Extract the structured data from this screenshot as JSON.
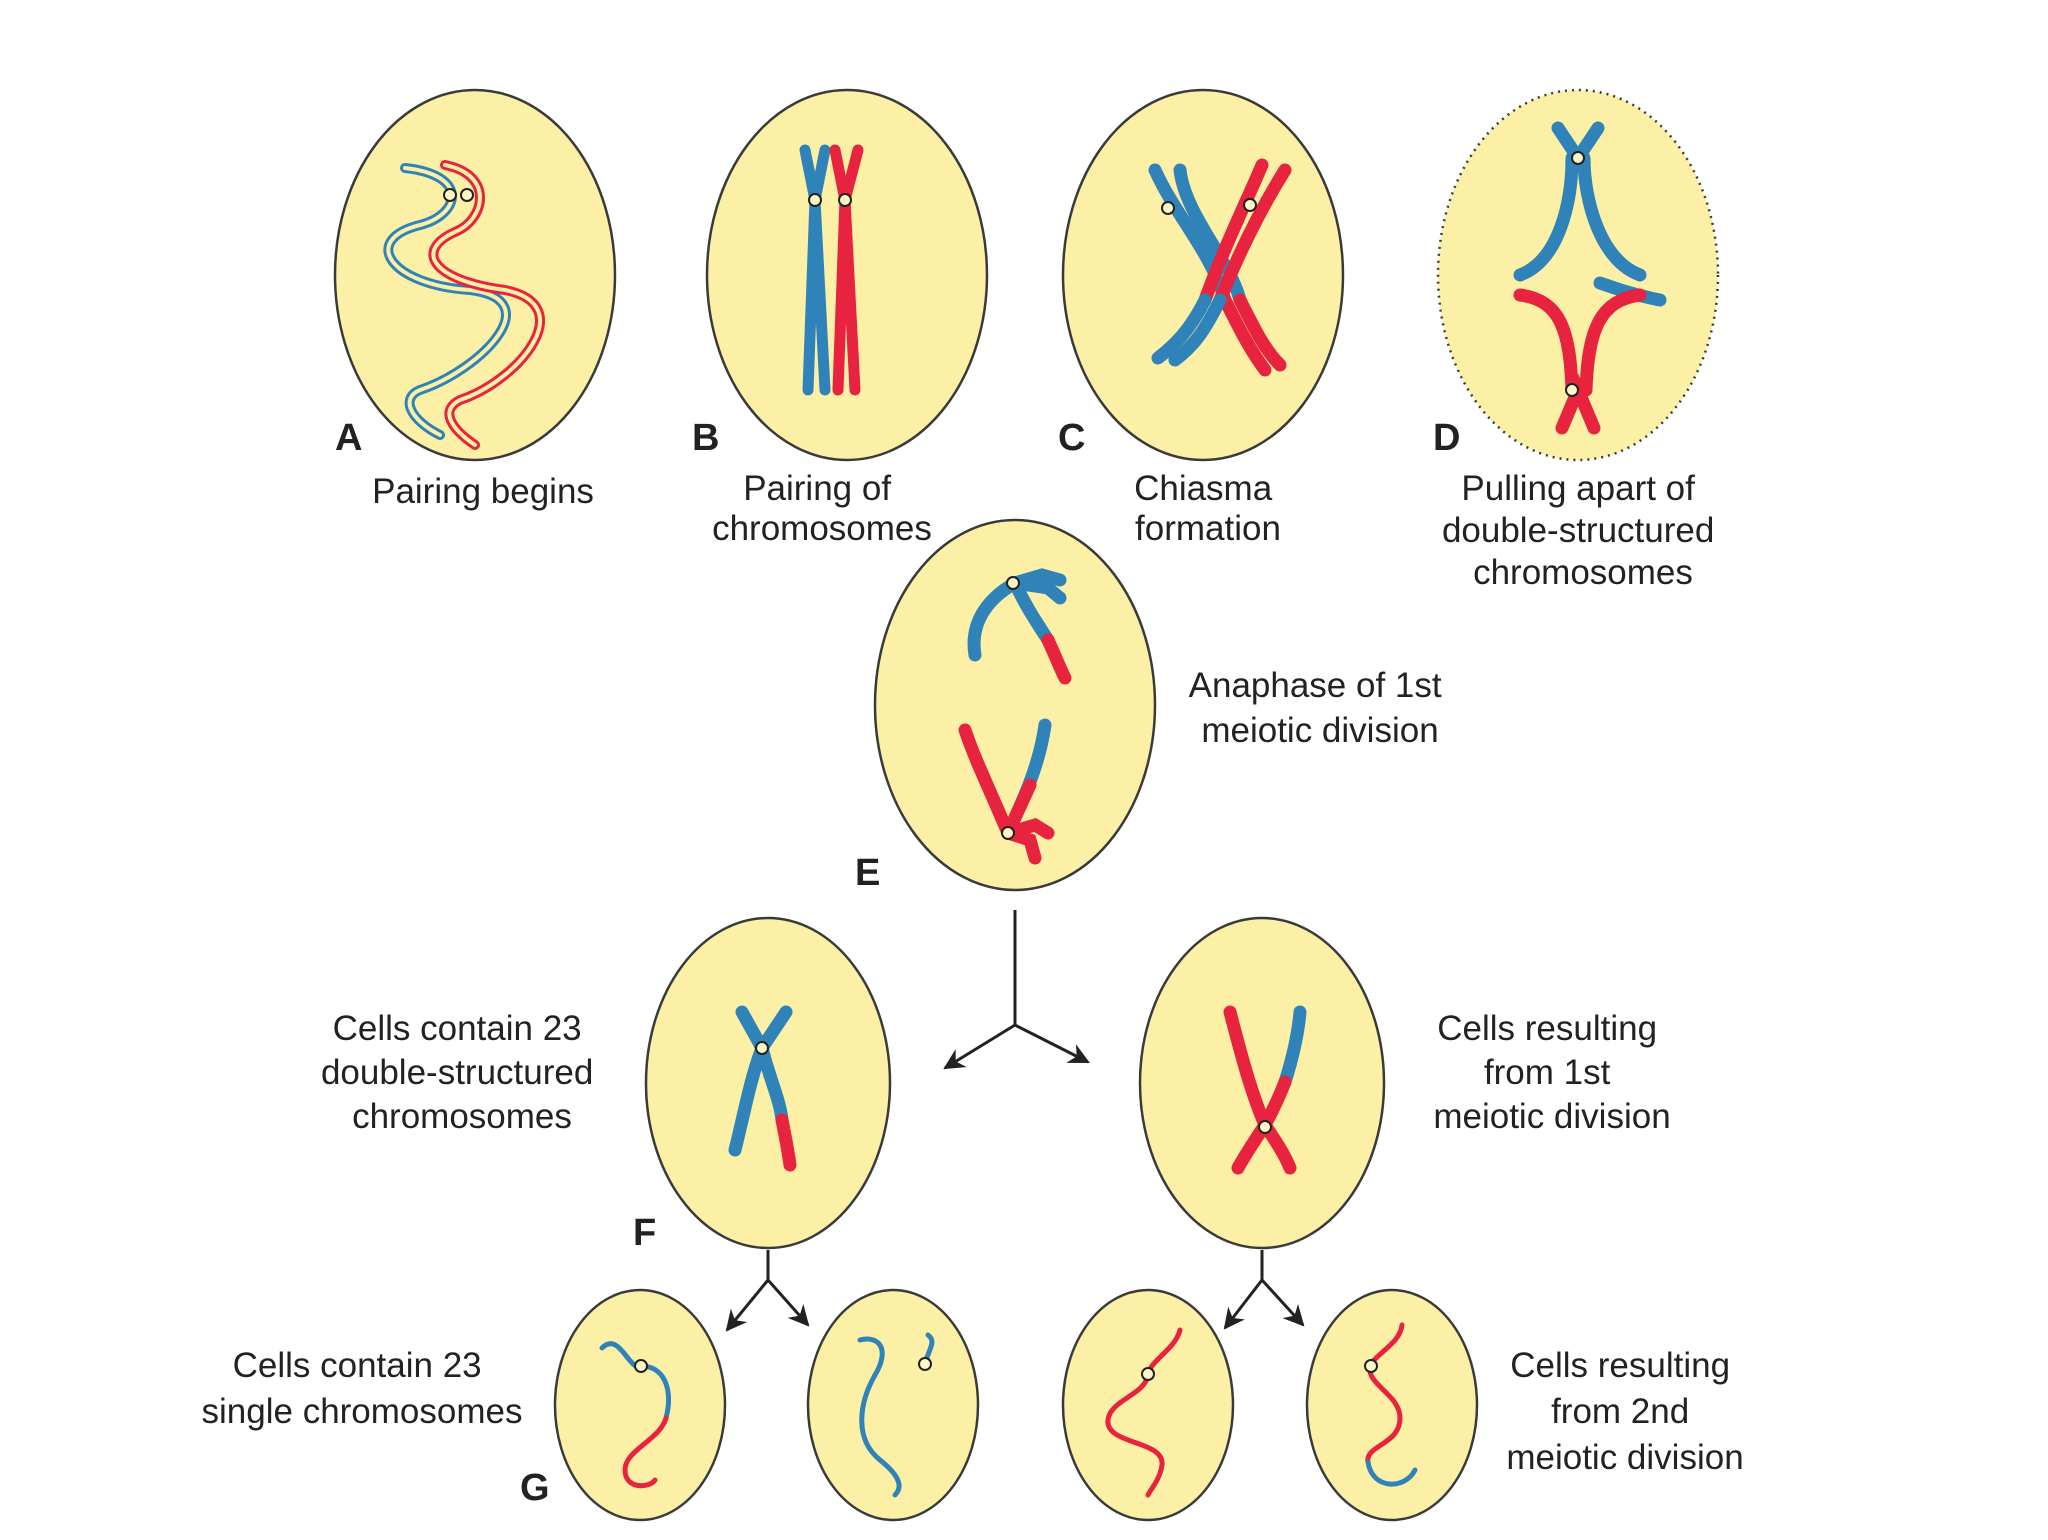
{
  "colors": {
    "cell_fill": "#fbf0a6",
    "cell_stroke": "#3a3a3a",
    "maternal_chromosome": "#e8233f",
    "paternal_chromosome": "#2f83b8",
    "centromere_fill": "#fff7c8"
  },
  "stages": {
    "A": {
      "letter": "A",
      "caption": [
        "Pairing begins"
      ]
    },
    "B": {
      "letter": "B",
      "caption": [
        "Pairing of",
        "chromosomes"
      ]
    },
    "C": {
      "letter": "C",
      "caption": [
        "Chiasma",
        "formation"
      ]
    },
    "D": {
      "letter": "D",
      "caption": [
        "Pulling apart of",
        "double-structured",
        "chromosomes"
      ]
    },
    "E": {
      "letter": "E",
      "caption": [
        "Anaphase of 1st",
        "meiotic division"
      ]
    },
    "F": {
      "letter": "F",
      "caption": [
        "Cells contain 23",
        "double-structured",
        "chromosomes"
      ]
    },
    "F2": {
      "caption": [
        "Cells resulting",
        "from 1st",
        "meiotic division"
      ]
    },
    "G": {
      "letter": "G",
      "caption": [
        "Cells contain 23",
        "single chromosomes"
      ]
    },
    "G2": {
      "caption": [
        "Cells resulting",
        "from 2nd",
        "meiotic division"
      ]
    }
  }
}
